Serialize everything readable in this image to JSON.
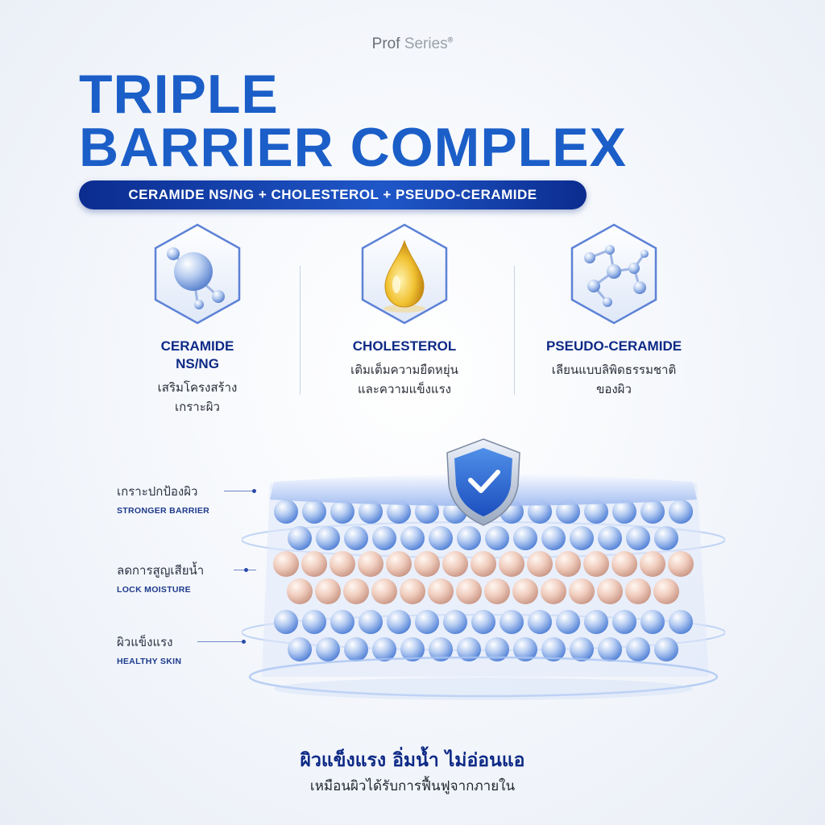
{
  "brand": {
    "prof": "Prof",
    "series": "Series",
    "mark": "®"
  },
  "title": {
    "line1": "TRIPLE",
    "line2": "BARRIER COMPLEX"
  },
  "subtitle": "CERAMIDE NS/NG + CHOLESTEROL + PSEUDO-CERAMIDE",
  "ingredients": [
    {
      "icon": "molecule-sphere-icon",
      "name_line1": "CERAMIDE",
      "name_line2": "NS/NG",
      "desc_line1": "เสริมโครงสร้าง",
      "desc_line2": "เกราะผิว"
    },
    {
      "icon": "oil-drop-icon",
      "name_line1": "CHOLESTEROL",
      "name_line2": "",
      "desc_line1": "เติมเต็มความยืดหยุ่น",
      "desc_line2": "และความแข็งแรง"
    },
    {
      "icon": "molecule-chain-icon",
      "name_line1": "PSEUDO-CERAMIDE",
      "name_line2": "",
      "desc_line1": "เลียนแบบลิพิดธรรมชาติ",
      "desc_line2": "ของผิว"
    }
  ],
  "benefits": [
    {
      "th": "เกราะปกป้องผิว",
      "en": "STRONGER BARRIER"
    },
    {
      "th": "ลดการสูญเสียน้ำ",
      "en": "LOCK MOISTURE"
    },
    {
      "th": "ผิวแข็งแรง",
      "en": "HEALTHY SKIN"
    }
  ],
  "illustration": {
    "icon": "shield-check-icon"
  },
  "footer": {
    "headline": "ผิวแข็งแรง อิ่มน้ำ ไม่อ่อนแอ",
    "subline": "เหมือนผิวได้รับการฟื้นฟูจากภายใน"
  },
  "colors": {
    "primary": "#1b5ec8",
    "navy": "#0e2a86",
    "pill": "#1f57c8",
    "gold": "#e8a81a"
  }
}
